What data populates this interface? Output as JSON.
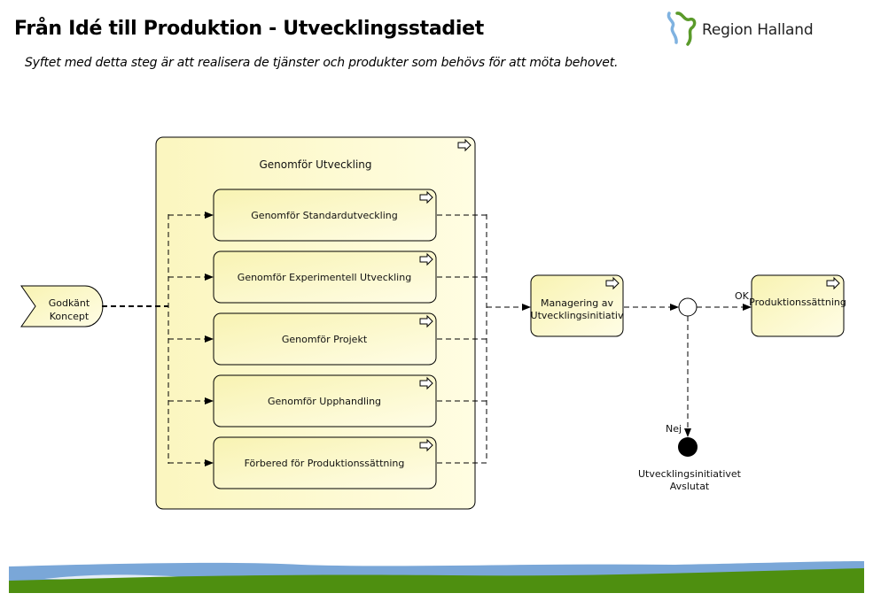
{
  "header": {
    "title": "Från Idé till Produktion - Utvecklingsstadiet",
    "subtitle": "Syftet med detta steg är att realisera de tjänster och produkter som behövs för att möta behovet.",
    "logo_text": "Region Halland",
    "logo_icon": "region-halland-logo-icon"
  },
  "diagram": {
    "start_event": {
      "line1": "Godkänt",
      "line2": "Koncept"
    },
    "container": {
      "title": "Genomför Utveckling",
      "subprocesses": [
        {
          "label": "Genomför Standardutveckling"
        },
        {
          "label": "Genomför Experimentell Utveckling"
        },
        {
          "label": "Genomför Projekt"
        },
        {
          "label": "Genomför Upphandling"
        },
        {
          "label": "Förbered för Produktionssättning"
        }
      ]
    },
    "managering": {
      "line1": "Managering av",
      "line2": "Utvecklingsinitiativ"
    },
    "gateway": {
      "ok_label": "OK",
      "nej_label": "Nej"
    },
    "production": {
      "label": "Produktionssättning"
    },
    "end_event": {
      "line1": "Utvecklingsinitiativet",
      "line2": "Avslutat"
    }
  },
  "colors": {
    "box_fill_light": "#fffde0",
    "box_fill_dark": "#f7f2b0",
    "sky": "#7aa7d8",
    "grass": "#4e8f10",
    "logo_green": "#5a9a2a",
    "logo_blue": "#7fb2e0"
  }
}
